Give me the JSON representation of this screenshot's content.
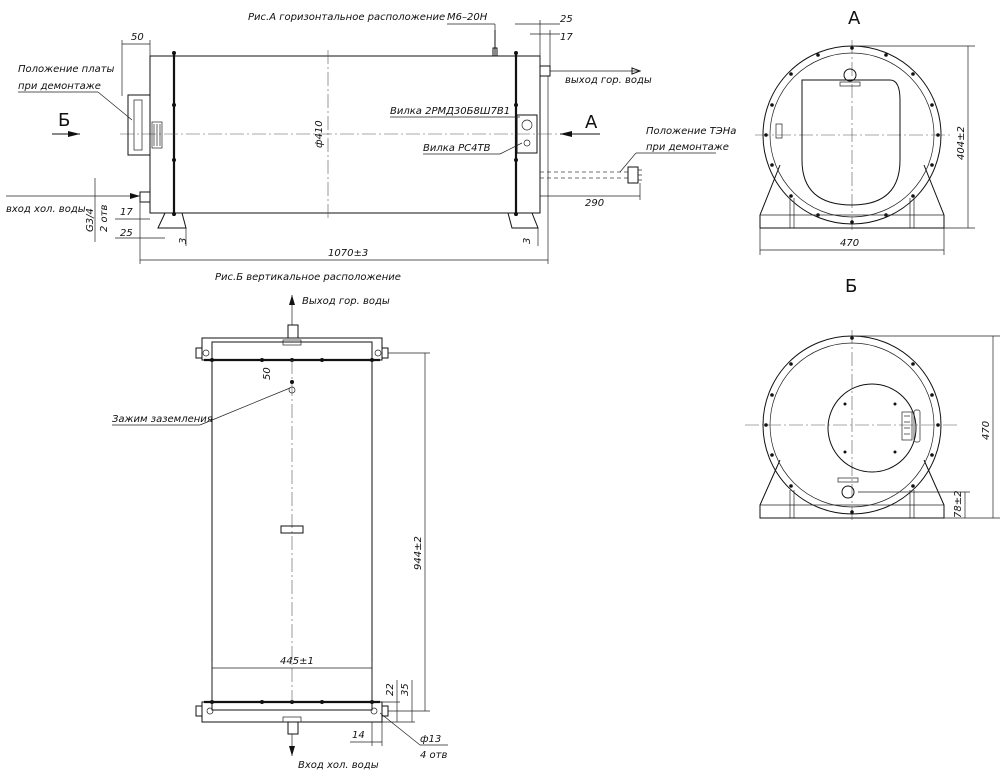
{
  "figures": {
    "horizontal_title": "Рис.А горизонтальное расположение",
    "vertical_title": "Рис.Б вертикальное расположение"
  },
  "views": {
    "view_a": "А",
    "view_b": "Б",
    "arrow_a": "А",
    "arrow_b": "Б"
  },
  "labels": {
    "board_position_1": "Положение платы",
    "board_position_2": "при демонтаже",
    "plug_2rm": "Вилка 2РМД30Б8Ш7В1",
    "plug_rs4": "Вилка РС4ТВ",
    "heater_position_1": "Положение ТЭНа",
    "heater_position_2": "при демонтаже",
    "hot_water_out": "выход гор. воды",
    "cold_water_in": "вход хол. воды",
    "hot_water_out_v": "Выход гор. воды",
    "cold_water_in_v": "Вход хол. воды",
    "ground_clamp": "Зажим заземления",
    "bolt": "М6–20Н"
  },
  "dimensions": {
    "d50": "50",
    "d25_top": "25",
    "d17_top": "17",
    "dia410": "ф410",
    "d290": "290",
    "g34": "G3/4",
    "two_holes": "2 отв",
    "d17_left": "17",
    "d25_left": "25",
    "d3_left": "3",
    "d3_right": "3",
    "d1070": "1070±3",
    "d404": "404±2",
    "d470_a": "470",
    "d470_b": "470",
    "d78": "78±2",
    "d50_v": "50",
    "d944": "944±2",
    "d445": "445±1",
    "d22": "22",
    "d35": "35",
    "d14": "14",
    "dia13": "ф13",
    "four_holes": "4 отв"
  }
}
